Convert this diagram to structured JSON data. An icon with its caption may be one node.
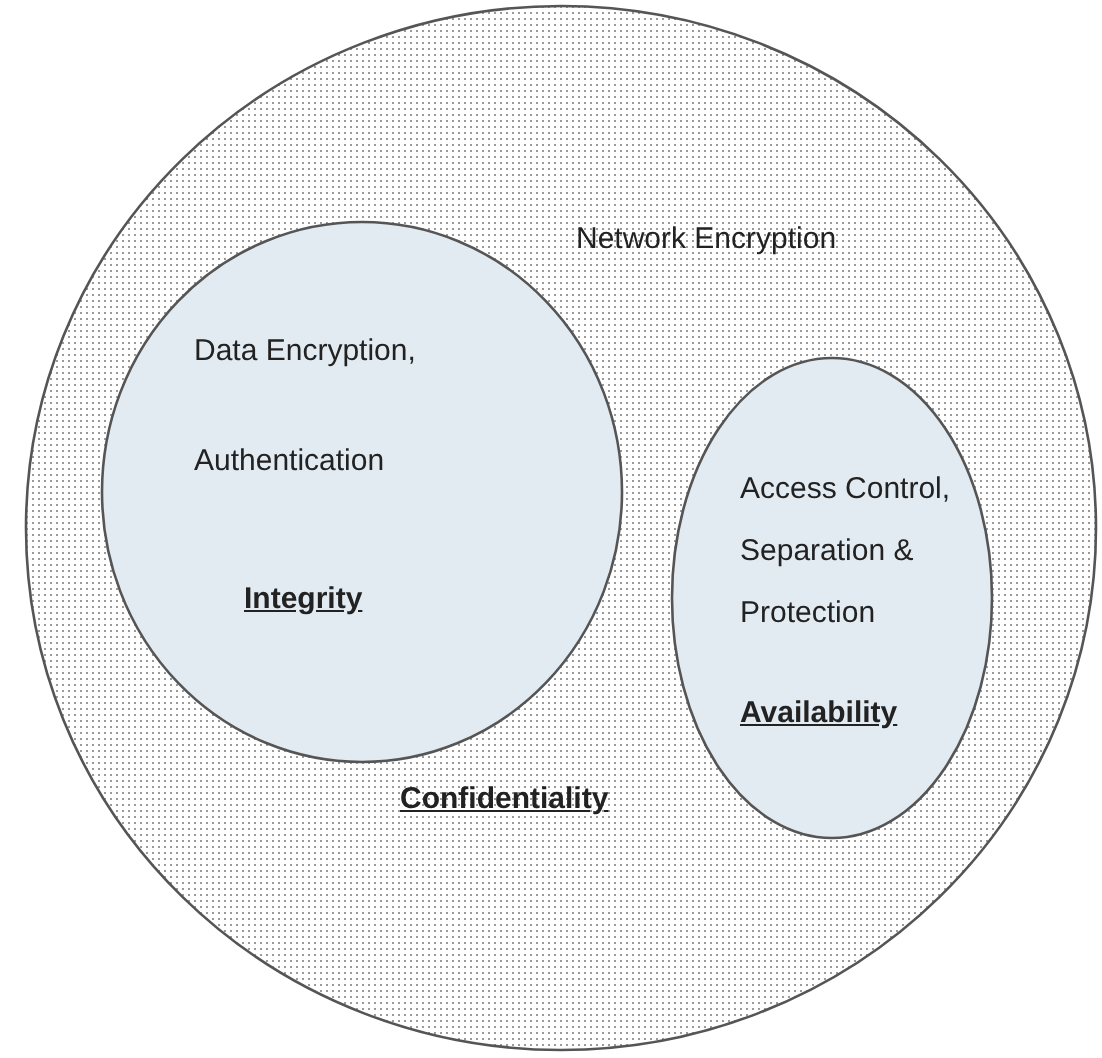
{
  "diagram": {
    "nodes": [
      {
        "text": [
          "Network Encryption",
          "Confidentiality"
        ]
      },
      {
        "text": [
          "Data Encryption, Authentication",
          "Integrity"
        ],
        "in": 0
      },
      {
        "text": [
          "Access Control, Separation & Protection",
          "Availability"
        ],
        "in": 0
      }
    ]
  }
}
